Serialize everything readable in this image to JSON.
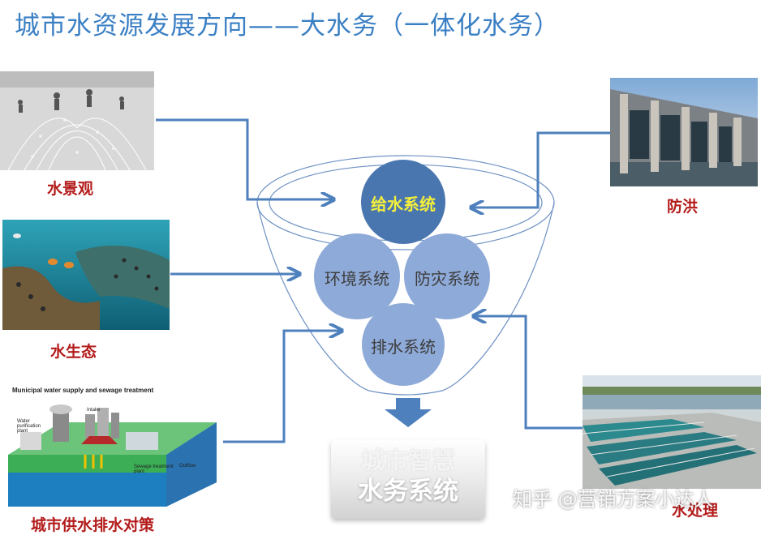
{
  "title": "城市水资源发展方向——大水务（一体化水务）",
  "sources": {
    "landscape": {
      "caption": "水景观",
      "image": "fountain-plaza-photo"
    },
    "ecology": {
      "caption": "水生态",
      "image": "coral-reef-photo"
    },
    "supply": {
      "caption": "城市供水排水对策",
      "image": "water-infrastructure-illustration",
      "illustration_title": "Municipal water supply and sewage treatment",
      "labels": {
        "intake": "Intake",
        "purification": "Water purification plant",
        "sewage": "Sewage treatment plant",
        "outflow": "Outflow"
      }
    },
    "flood": {
      "caption": "防洪",
      "image": "dam-photo"
    },
    "treatment": {
      "caption": "水处理",
      "image": "treatment-plant-photo"
    }
  },
  "funnel": {
    "nodes": {
      "supply": "给水系统",
      "environment": "环境系统",
      "disaster": "防灾系统",
      "drainage": "排水系统"
    }
  },
  "result": {
    "line1": "城市智慧",
    "line2": "水务系统"
  },
  "watermark": "知乎 @营销方案小达人",
  "colors": {
    "arrow": "#4e80bd",
    "caption": "#b31b1b",
    "title": "#3a7fc4",
    "supply_node": "#4a76b0",
    "other_node": "#8eaad8"
  }
}
